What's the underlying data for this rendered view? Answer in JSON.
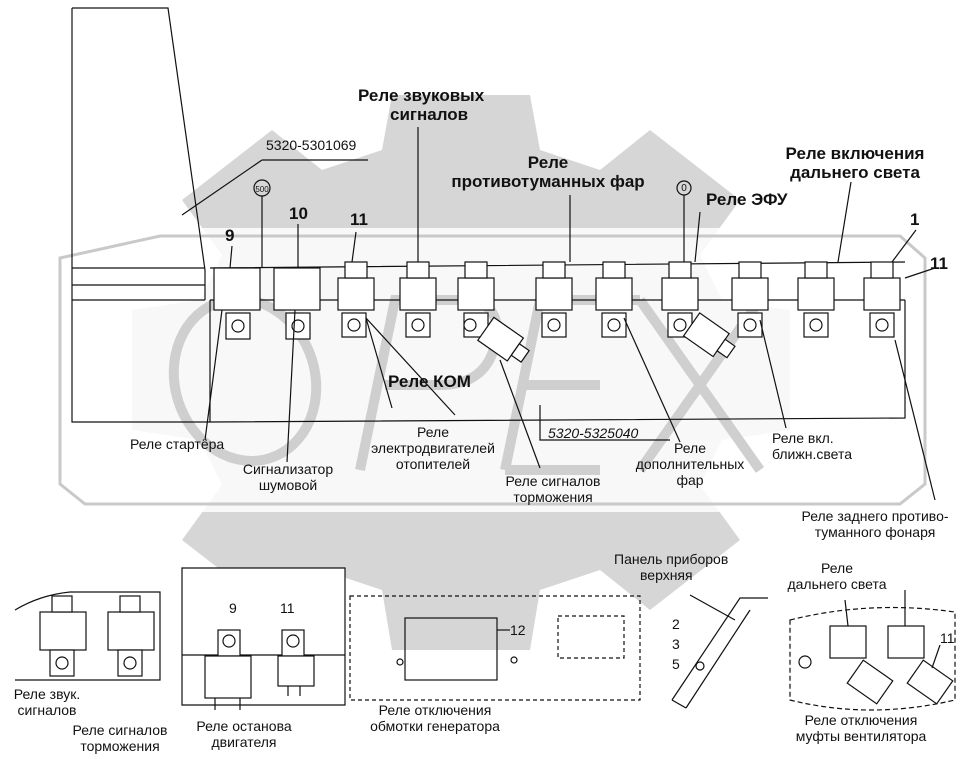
{
  "codes": {
    "harness_top": "5320-5301069",
    "harness_mid": "5320-5325040",
    "circle_500": "500",
    "circle_0": "0"
  },
  "numbers": {
    "n9": "9",
    "n10": "10",
    "n11a": "11",
    "n1": "1",
    "n11b": "11",
    "d9": "9",
    "d11": "11",
    "d12": "12",
    "p2": "2",
    "p3": "3",
    "p5": "5",
    "r11": "11"
  },
  "labels": {
    "horn_relay": [
      "Реле звуковых",
      "сигналов"
    ],
    "fog_relay": [
      "Реле",
      "противотуманных фар"
    ],
    "high_beam_on_relay": [
      "Реле включения",
      "дальнего света"
    ],
    "efu_relay": "Реле ЭФУ",
    "kom_relay": "Реле КОМ",
    "starter_relay": "Реле стартёра",
    "heater_motor_relay": [
      "Реле",
      "электродвигателей",
      "отопителей"
    ],
    "buzzer": [
      "Сигнализатор",
      "шумовой"
    ],
    "brake_relay": [
      "Реле сигналов",
      "торможения"
    ],
    "aux_headlight_relay": [
      "Реле",
      "дополнительных",
      "фар"
    ],
    "low_beam_relay": [
      "Реле вкл.",
      "ближн.света"
    ],
    "rear_fog_relay": [
      "Реле заднего противо-",
      "туманного фонаря"
    ],
    "high_beam_relay": [
      "Реле",
      "дальнего света"
    ],
    "panel_upper": [
      "Панель приборов",
      "верхняя"
    ],
    "horn_relay_small": [
      "Реле звук.",
      "сигналов"
    ],
    "brake_relay_small": [
      "Реле сигналов",
      "торможения"
    ],
    "engine_stop_relay": [
      "Реле останова",
      "двигателя"
    ],
    "generator_relay": [
      "Реле отключения",
      "обмотки генератора"
    ],
    "fan_clutch_relay": [
      "Реле отключения",
      "муфты вентилятора"
    ]
  },
  "colors": {
    "line": "#111111",
    "watermark": "#d6d6d6"
  }
}
